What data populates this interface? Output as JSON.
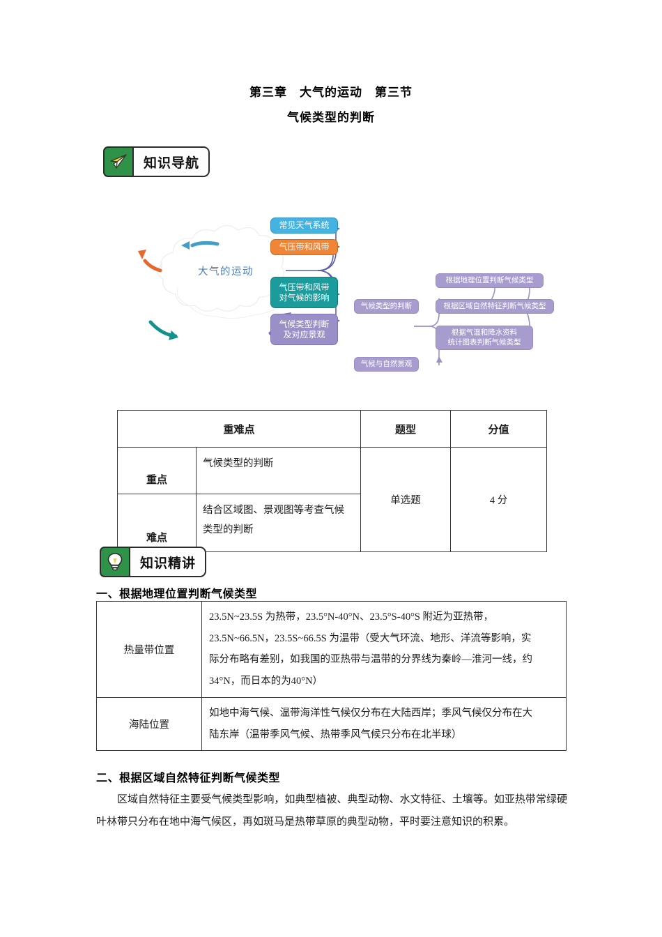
{
  "document": {
    "title_line1": "第三章　大气的运动　第三节",
    "title_line2": "气候类型的判断"
  },
  "badges": {
    "nav": {
      "label": "知识导航",
      "icon": "paper-plane-icon",
      "color": "#2e9248"
    },
    "lecture": {
      "label": "知识精讲",
      "icon": "lightbulb-icon",
      "color": "#2e9248"
    }
  },
  "mindmap": {
    "center": "大气的运动",
    "branches": [
      {
        "label": "常见天气系统",
        "color": "#45b3e0"
      },
      {
        "label": "气压带和风带",
        "color": "#ef8536"
      },
      {
        "label": "气压带和风带\n对气候的影响",
        "line1": "气压带和风带",
        "line2": "对气候的影响",
        "color": "#1b9b9b"
      },
      {
        "label": "气候类型判断\n及对应景观",
        "line1": "气候类型判断",
        "line2": "及对应景观",
        "color": "#9b8fc7"
      }
    ],
    "sub_root": "气候类型的判断",
    "sub_leaf": "气候与自然景观",
    "sub_nodes": [
      {
        "label": "根据地理位置判断气候类型"
      },
      {
        "label": "根据区域自然特征判断气候类型"
      },
      {
        "line1": "根据气温和降水资料",
        "line2": "统计图表判断气候类型"
      }
    ]
  },
  "table_overview": {
    "headers": [
      "重难点",
      "题型",
      "分值"
    ],
    "rows": [
      {
        "label": "重点",
        "content": "气候类型的判断"
      },
      {
        "label": "难点",
        "content": "结合区域图、景观图等考查气候类型的判断"
      }
    ],
    "question_type": "单选题",
    "score": "4 分"
  },
  "section_one": {
    "heading": "一、根据地理位置判断气候类型",
    "rows": [
      {
        "label": "热量带位置",
        "lines": [
          "23.5N~23.5S 为热带，23.5°N-40°N、23.5°S-40°S 附近为亚热带，",
          "23.5N~66.5N，23.5S~66.5S 为温带（受大气环流、地形、洋流等影响，实",
          "际分布略有差别，如我国的亚热带与温带的分界线为秦岭—淮河一线，约",
          "34°N，而日本的为40°N）"
        ]
      },
      {
        "label": "海陆位置",
        "lines": [
          "如地中海气候、温带海洋性气候仅分布在大陆西岸；季风气候仅分布在大",
          "陆东岸（温带季风气候、热带季风气候只分布在北半球）"
        ]
      }
    ]
  },
  "section_two": {
    "heading": "二、根据区域自然特征判断气候类型",
    "paragraph": "区域自然特征主要受气候类型影响，如典型植被、典型动物、水文特征、土壤等。如亚热带常绿硬叶林带只分布在地中海气候区，再如斑马是热带草原的典型动物，平时要注意知识的积累。"
  }
}
